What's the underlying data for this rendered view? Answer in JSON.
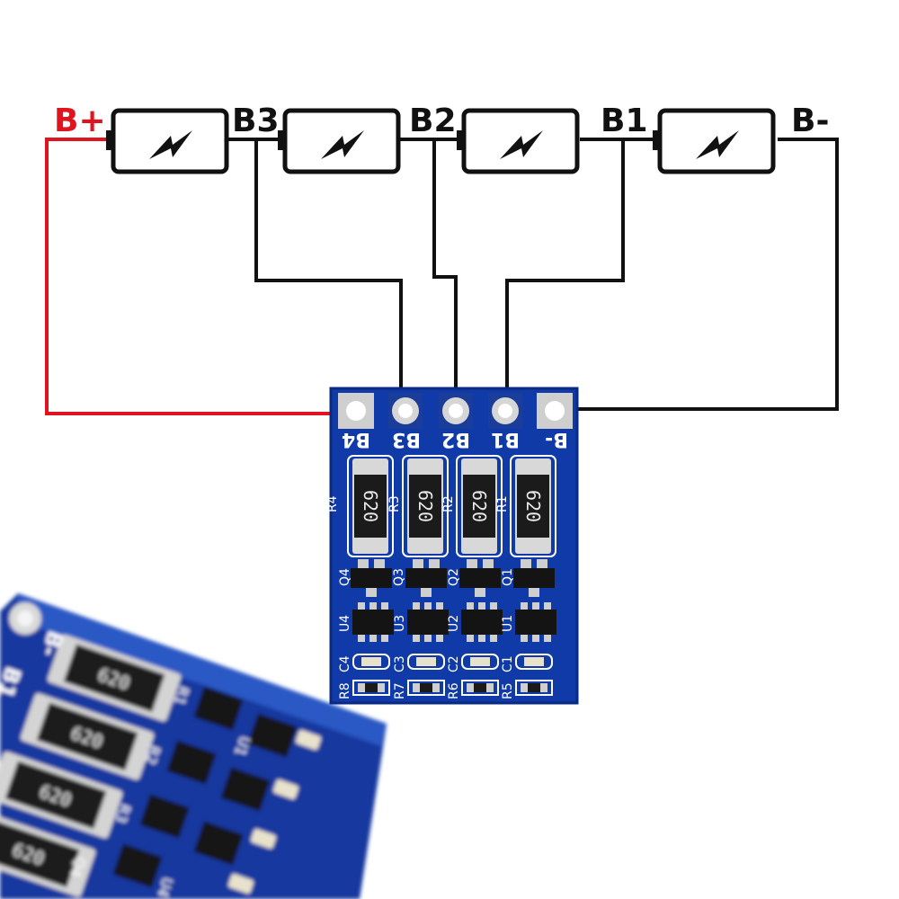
{
  "colors": {
    "positive_wire": "#e0141e",
    "wire": "#111111",
    "pcb": "#0f3aa8",
    "pcb_dark": "#0a2a82",
    "pad": "#c9c9c9",
    "resistor_body": "#1b1b1b",
    "resistor_cap": "#d8d8d8",
    "chip": "#141414",
    "silk": "#ffffff"
  },
  "diagram": {
    "terminals": [
      "B+",
      "B3",
      "B2",
      "B1",
      "B-"
    ],
    "batteries": [
      "battery-icon",
      "battery-icon",
      "battery-icon",
      "battery-icon"
    ]
  },
  "board": {
    "pads": [
      "B4",
      "B3",
      "B2",
      "B1",
      "B-"
    ],
    "resistors": [
      {
        "ref": "R4",
        "marking": "620"
      },
      {
        "ref": "R3",
        "marking": "620"
      },
      {
        "ref": "R2",
        "marking": "620"
      },
      {
        "ref": "R1",
        "marking": "620"
      }
    ],
    "transistors": [
      "Q4",
      "Q3",
      "Q2",
      "Q1"
    ],
    "ics": [
      "U4",
      "U3",
      "U2",
      "U1"
    ],
    "capacitors": [
      "C4",
      "C3",
      "C2",
      "C1"
    ],
    "small_resistors": [
      "R8",
      "R7",
      "R6",
      "R5"
    ]
  },
  "photo_board": {
    "labels": [
      "B-",
      "B1",
      "R1",
      "R2",
      "R3",
      "U1",
      "U4",
      "Q4"
    ],
    "markings": [
      "620",
      "620",
      "620",
      "620"
    ]
  }
}
